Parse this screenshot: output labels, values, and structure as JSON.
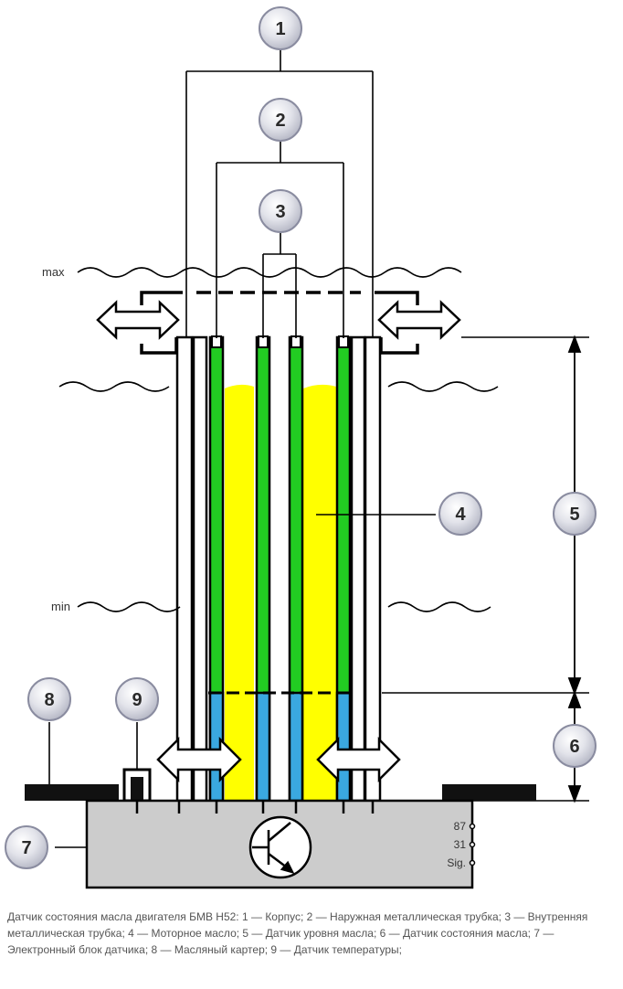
{
  "levels": {
    "max": "max",
    "min": "min"
  },
  "callouts": [
    "1",
    "2",
    "3",
    "4",
    "5",
    "6",
    "7",
    "8",
    "9"
  ],
  "pins": [
    "87",
    "31",
    "Sig."
  ],
  "colors": {
    "oil": "#ffff00",
    "inner_tube": "#22cc22",
    "condition_zone": "#3aa8e0",
    "module": "#cccccc",
    "sump": "#111111",
    "callout_fill": "#d4d6e0",
    "callout_stroke": "#8a8ca0"
  },
  "icons": [
    "bidirectional-arrow-icon",
    "transistor-icon",
    "pin-contact-icon",
    "wave-line-icon"
  ],
  "caption": "Датчик состояния масла двигателя БМВ Н52: 1 — Корпус; 2 — Наружная металлическая трубка; 3 — Внутренняя металлическая трубка; 4 — Моторное масло; 5 — Датчик уровня масла; 6 — Датчик состояния масла; 7 — Электронный блок датчика; 8 — Масляный картер; 9 — Датчик температуры;"
}
